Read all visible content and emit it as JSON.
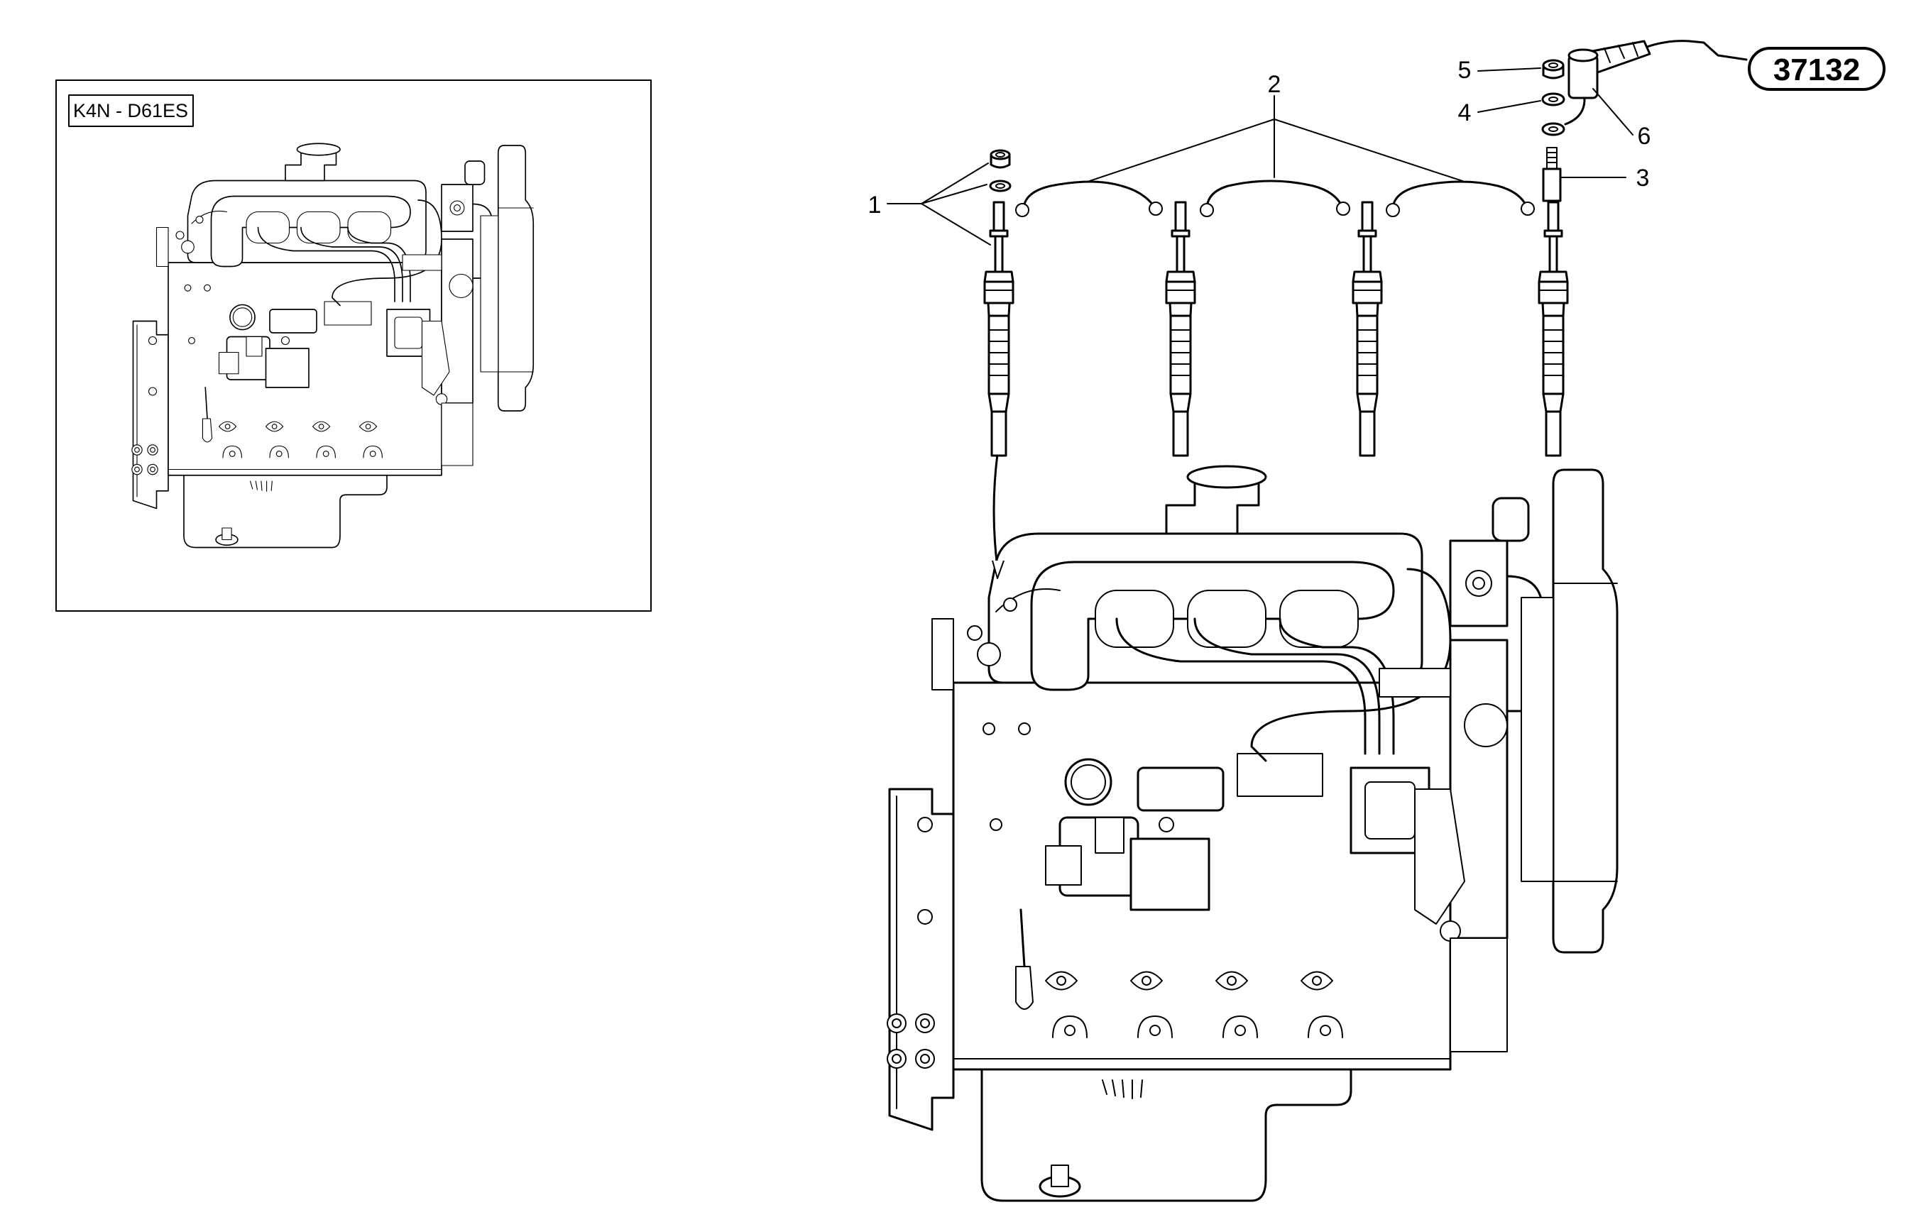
{
  "inset": {
    "label": "K4N - D61ES"
  },
  "reference": {
    "code": "37132"
  },
  "callouts": [
    {
      "id": "1",
      "text": "1"
    },
    {
      "id": "2",
      "text": "2"
    },
    {
      "id": "3",
      "text": "3"
    },
    {
      "id": "4",
      "text": "4"
    },
    {
      "id": "5",
      "text": "5"
    },
    {
      "id": "6",
      "text": "6"
    }
  ],
  "parts": [
    {
      "ref": "1",
      "name": "glow-plug"
    },
    {
      "ref": "2",
      "name": "glow-plug-connecting-cable"
    },
    {
      "ref": "3",
      "name": "terminal-stud"
    },
    {
      "ref": "4",
      "name": "washer"
    },
    {
      "ref": "5",
      "name": "nut"
    },
    {
      "ref": "6",
      "name": "supply-cable"
    }
  ]
}
